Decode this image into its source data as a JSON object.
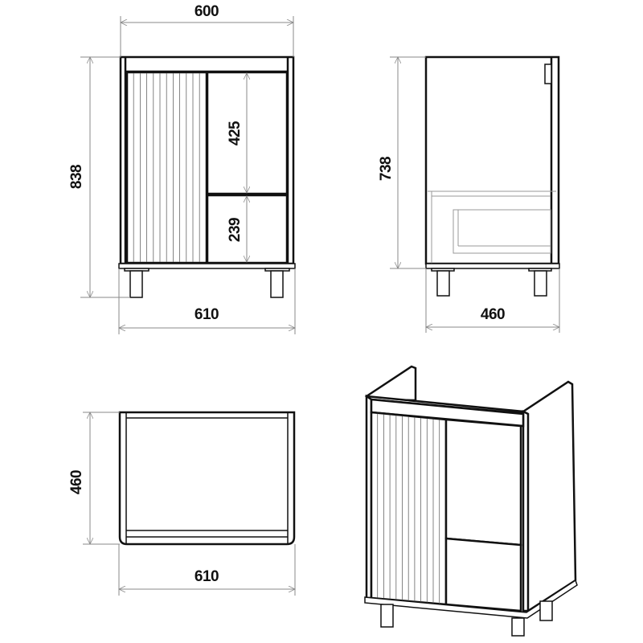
{
  "front_view": {
    "width_top_label": "600",
    "height_label": "838",
    "upper_drawer_label": "425",
    "lower_drawer_label": "239",
    "width_bottom_label": "610"
  },
  "side_view": {
    "height_label": "738",
    "depth_label": "460"
  },
  "top_view": {
    "depth_label": "460",
    "width_label": "610"
  },
  "colors": {
    "line": "#111111",
    "dimension": "#8a8a8a",
    "background": "#ffffff"
  }
}
